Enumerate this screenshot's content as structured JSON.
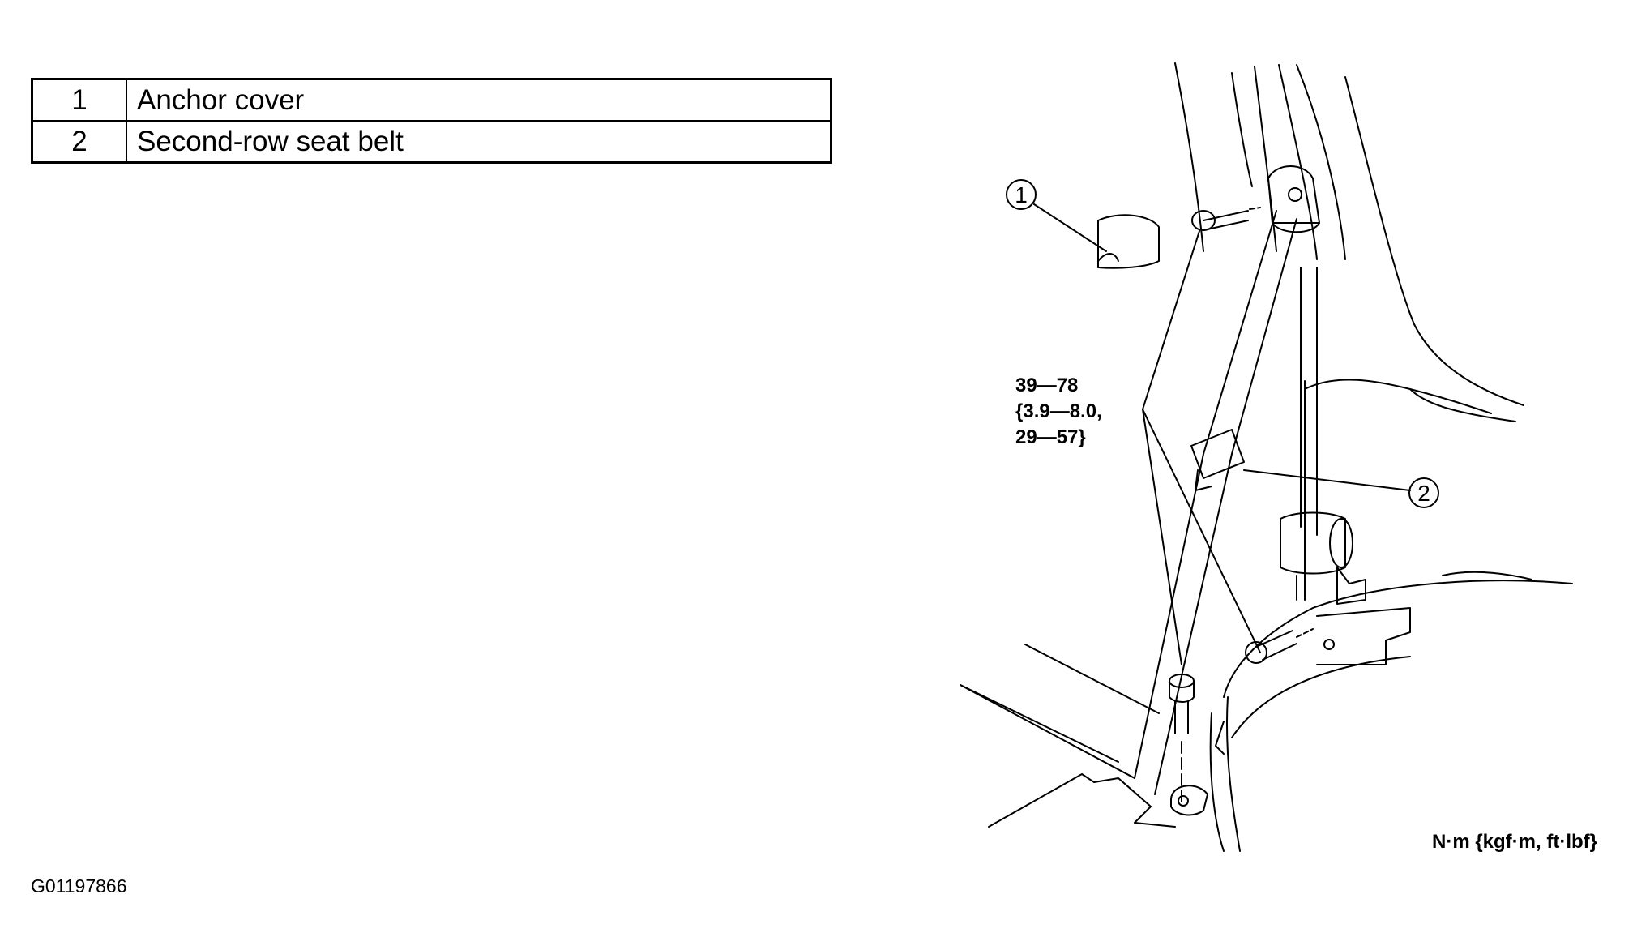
{
  "legend": {
    "rows": [
      {
        "number": "1",
        "description": "Anchor cover"
      },
      {
        "number": "2",
        "description": "Second-row seat belt"
      }
    ]
  },
  "callouts": {
    "anchor_cover": "1",
    "seat_belt": "2"
  },
  "torque_spec": {
    "line1": "39—78",
    "line2": "{3.9—8.0,",
    "line3": "29—57}"
  },
  "unit_label": "N·m {kgf·m, ft·lbf}",
  "figure_id": "G01197866"
}
